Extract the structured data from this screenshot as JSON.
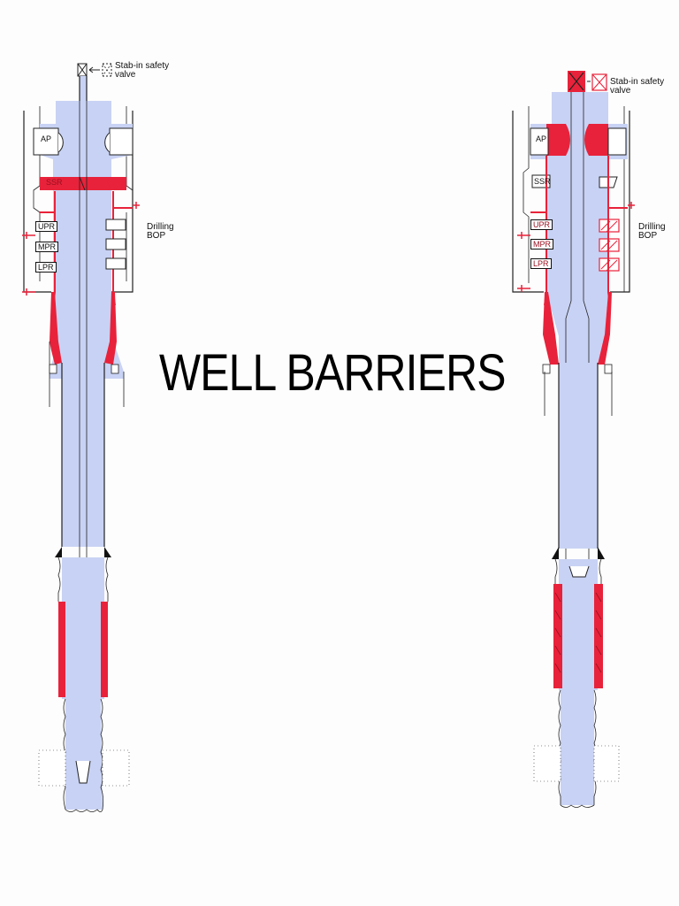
{
  "title": "WELL BARRIERS",
  "colors": {
    "barrier": "#e8223a",
    "well_fluid": "#c8d2f4",
    "outline": "#222222"
  },
  "diagrams": [
    {
      "id": "left",
      "stab_label": "Stab-in safety\nvalve",
      "bop_label": "Drilling\nBOP",
      "rams": [
        "AP",
        "SSR",
        "UPR",
        "MPR",
        "LPR"
      ]
    },
    {
      "id": "right",
      "stab_label": "Stab-in safety\nvalve",
      "bop_label": "Drilling\nBOP",
      "rams": [
        "AP",
        "SSR",
        "UPR",
        "MPR",
        "LPR"
      ]
    }
  ]
}
